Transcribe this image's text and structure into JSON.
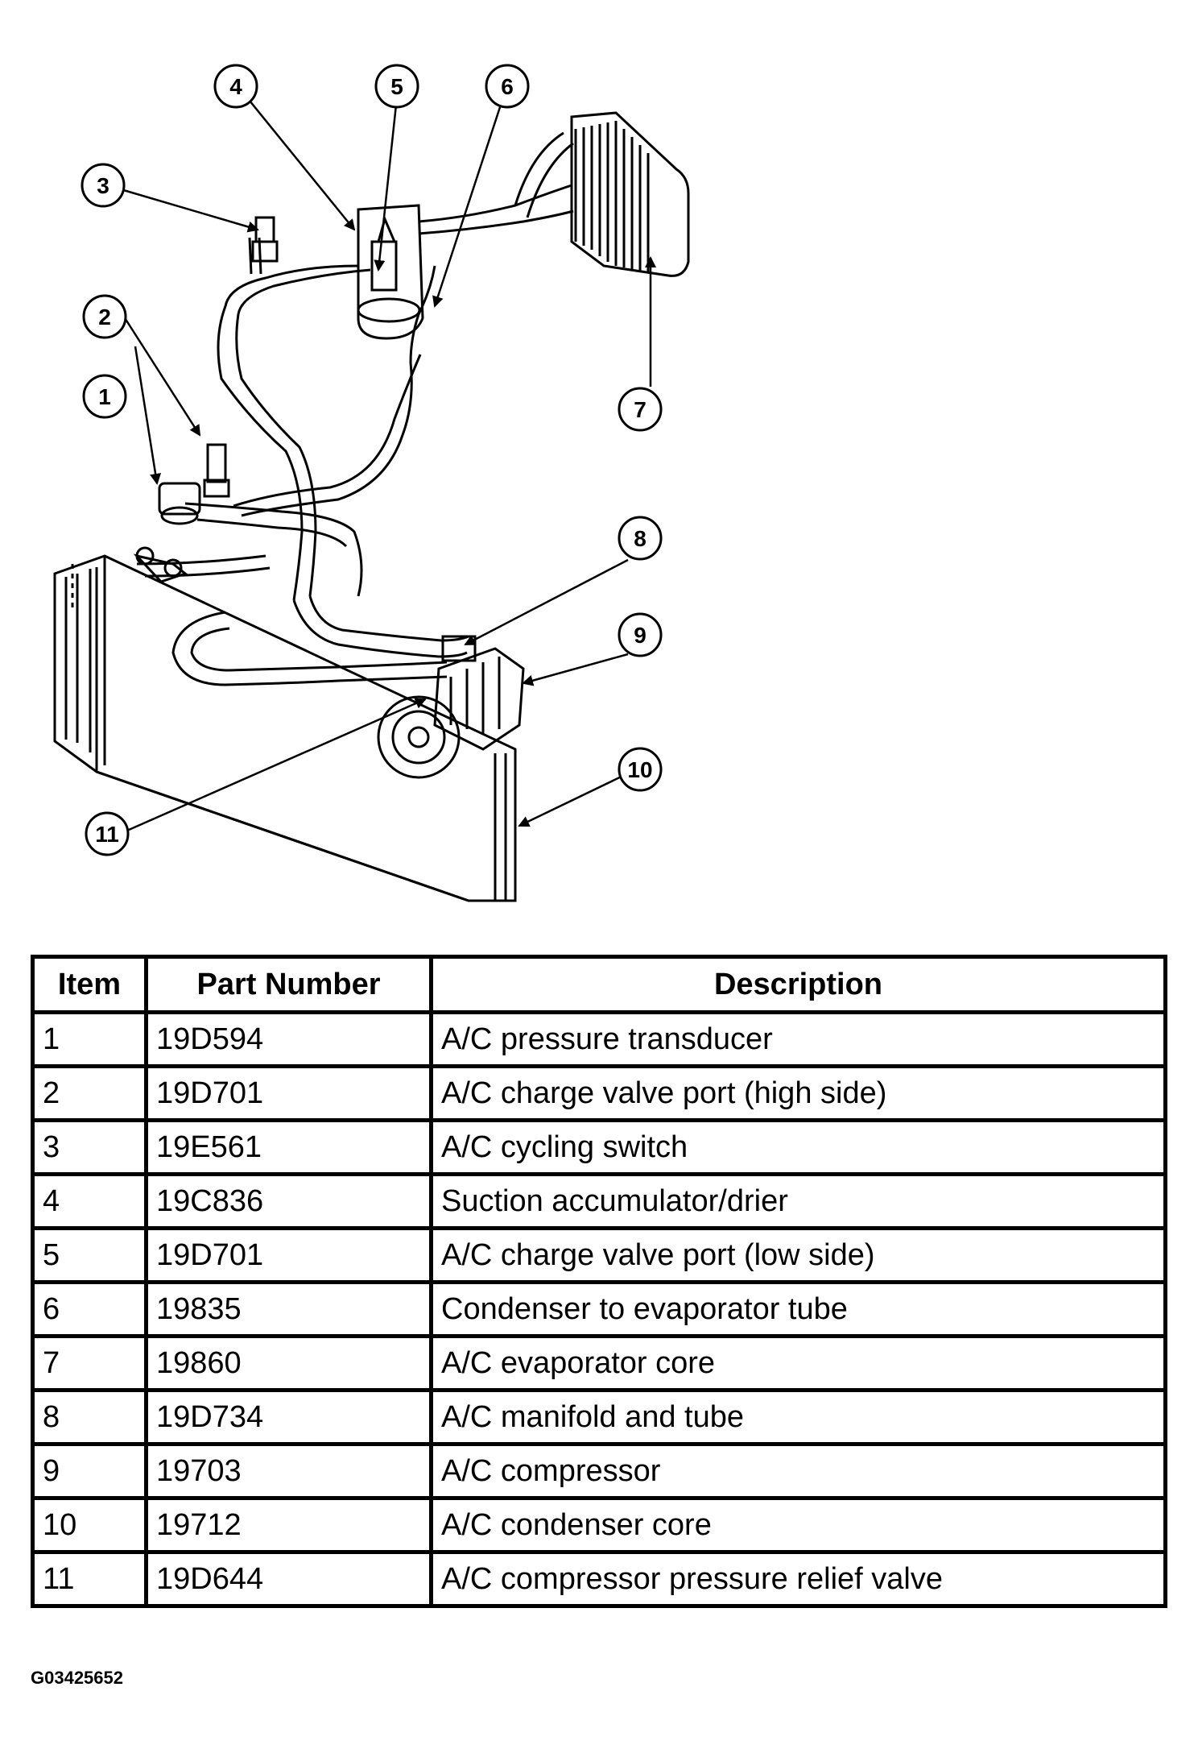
{
  "callouts": [
    "1",
    "2",
    "3",
    "4",
    "5",
    "6",
    "7",
    "8",
    "9",
    "10",
    "11"
  ],
  "table": {
    "headers": [
      "Item",
      "Part Number",
      "Description"
    ],
    "rows": [
      {
        "item": "1",
        "part": "19D594",
        "desc": "A/C pressure transducer"
      },
      {
        "item": "2",
        "part": "19D701",
        "desc": "A/C charge valve port (high side)"
      },
      {
        "item": "3",
        "part": "19E561",
        "desc": "A/C cycling switch"
      },
      {
        "item": "4",
        "part": "19C836",
        "desc": "Suction accumulator/drier"
      },
      {
        "item": "5",
        "part": "19D701",
        "desc": "A/C charge valve port (low side)"
      },
      {
        "item": "6",
        "part": "19835",
        "desc": "Condenser to evaporator tube"
      },
      {
        "item": "7",
        "part": "19860",
        "desc": "A/C evaporator core"
      },
      {
        "item": "8",
        "part": "19D734",
        "desc": "A/C manifold and tube"
      },
      {
        "item": "9",
        "part": "19703",
        "desc": "A/C compressor"
      },
      {
        "item": "10",
        "part": "19712",
        "desc": "A/C condenser core"
      },
      {
        "item": "11",
        "part": "19D644",
        "desc": "A/C compressor pressure relief valve"
      }
    ]
  },
  "figure_id": "G03425652"
}
